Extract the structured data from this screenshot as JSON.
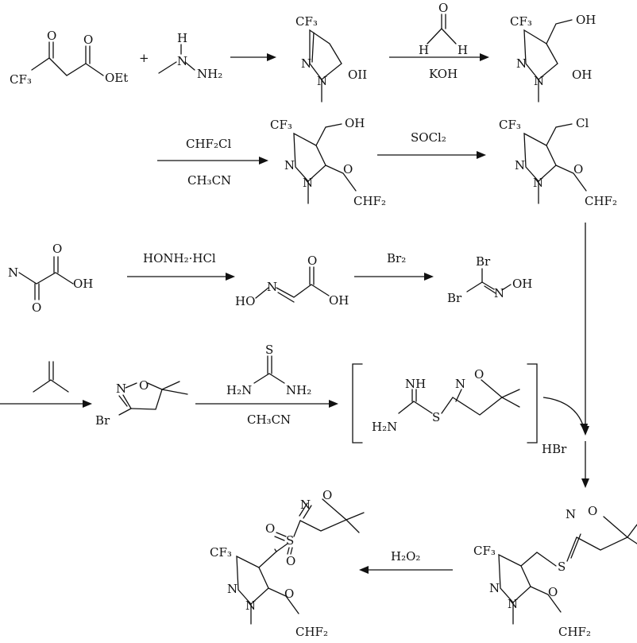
{
  "reagents": {
    "formaldehyde_o": "O",
    "formaldehyde_h1": "H",
    "formaldehyde_h2": "H",
    "koh": "KOH",
    "chf2cl": "CHF₂Cl",
    "ch3cn_1": "CH₃CN",
    "socl2": "SOCl₂",
    "honh2hcl": "HONH₂·HCl",
    "br2": "Br₂",
    "ch3cn_2": "CH₃CN",
    "hbr": "HBr",
    "h2o2": "H₂O₂"
  },
  "atoms": {
    "cf3": "CF₃",
    "o": "O",
    "oet": "OEt",
    "n": "N",
    "h": "H",
    "nh2": "NH₂",
    "oh": "OH",
    "oh_ii": "OII",
    "cl": "Cl",
    "ochf2_o": "O",
    "chf2": "CHF₂",
    "br": "Br",
    "ho": "HO",
    "s": "S",
    "nh": "NH",
    "h2n": "H₂N",
    "plus": "+"
  }
}
